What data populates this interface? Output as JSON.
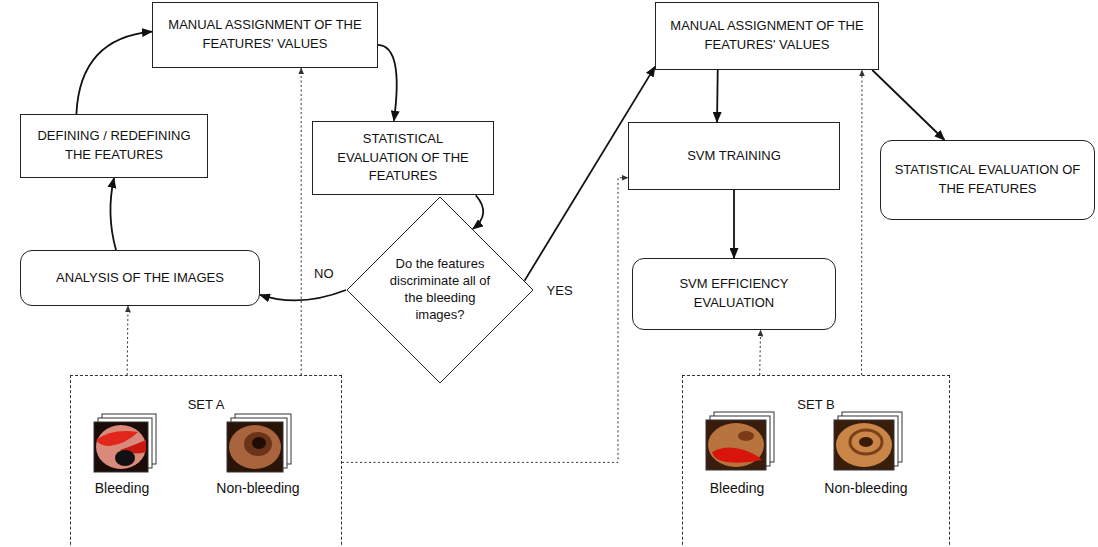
{
  "diagram": {
    "nodes": [
      {
        "text": [
          "MANUAL ASSIGNMENT OF THE FEATURES' VALUES"
        ]
      },
      {
        "text": [
          "DEFINING / REDEFINING THE FEATURES"
        ]
      },
      {
        "text": [
          "STATISTICAL EVALUATION OF THE FEATURES"
        ]
      },
      {
        "text": [
          "ANALYSIS OF THE IMAGES"
        ]
      },
      {
        "text": [
          "Do the features discriminate all of the bleeding images?"
        ]
      },
      {
        "text": [
          "MANUAL ASSIGNMENT OF THE FEATURES' VALUES"
        ]
      },
      {
        "text": [
          "SVM TRAINING"
        ]
      },
      {
        "text": [
          "STATISTICAL EVALUATION OF THE FEATURES"
        ]
      },
      {
        "text": [
          "SVM EFFICIENCY EVALUATION"
        ]
      },
      {
        "text": [
          "SET A"
        ]
      },
      {
        "text": [
          "SET B"
        ]
      }
    ],
    "edges": [
      {
        "from": 0,
        "to": 2,
        "arrow": "to"
      },
      {
        "from": 2,
        "to": 4,
        "arrow": "to"
      },
      {
        "from": 4,
        "to": 3,
        "label": "NO",
        "arrow": "to"
      },
      {
        "from": 3,
        "to": 1,
        "arrow": "to"
      },
      {
        "from": 1,
        "to": 0,
        "arrow": "to"
      },
      {
        "from": 4,
        "to": 5,
        "label": "YES",
        "arrow": "to"
      },
      {
        "from": 5,
        "to": 6,
        "arrow": "to"
      },
      {
        "from": 5,
        "to": 7,
        "arrow": "to"
      },
      {
        "from": 6,
        "to": 8,
        "arrow": "to"
      },
      {
        "from": 9,
        "to": 3,
        "arrow": "to"
      },
      {
        "from": 9,
        "to": 0,
        "arrow": "to"
      },
      {
        "from": 9,
        "to": 6,
        "arrow": "to"
      },
      {
        "from": 10,
        "to": 8,
        "arrow": "to"
      },
      {
        "from": 10,
        "to": 5,
        "arrow": "to"
      }
    ],
    "labels": [
      "Bleeding",
      "Non-bleeding",
      "Bleeding",
      "Non-bleeding"
    ]
  }
}
